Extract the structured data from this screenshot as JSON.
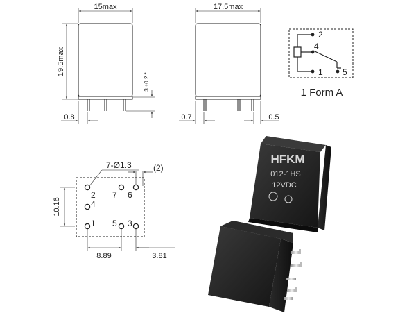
{
  "front_view": {
    "width_label": "15max",
    "height_label": "19.5max",
    "pin_offset_label": "0.8",
    "pin_length_label": "3 ±0.2 *"
  },
  "side_view": {
    "width_label": "17.5max",
    "left_offset_label": "0.7",
    "right_offset_label": "0.5"
  },
  "schematic": {
    "pin_labels": [
      "2",
      "4",
      "1",
      "5"
    ],
    "caption": "1 Form A"
  },
  "footprint": {
    "hole_label": "7-Ø1.3",
    "ref_label": "(2)",
    "height_label": "10.16",
    "pitch_x_label": "8.89",
    "offset_x_label": "3.81",
    "pin_numbers": [
      "2",
      "7",
      "6",
      "4",
      "1",
      "5",
      "3"
    ]
  },
  "relay_marking": {
    "brand": "HFKM",
    "model": "012-1HS",
    "voltage": "12VDC"
  },
  "colors": {
    "line": "#222222",
    "relay_body": "#1c1c1c",
    "relay_marking": "#d8d8d8"
  }
}
